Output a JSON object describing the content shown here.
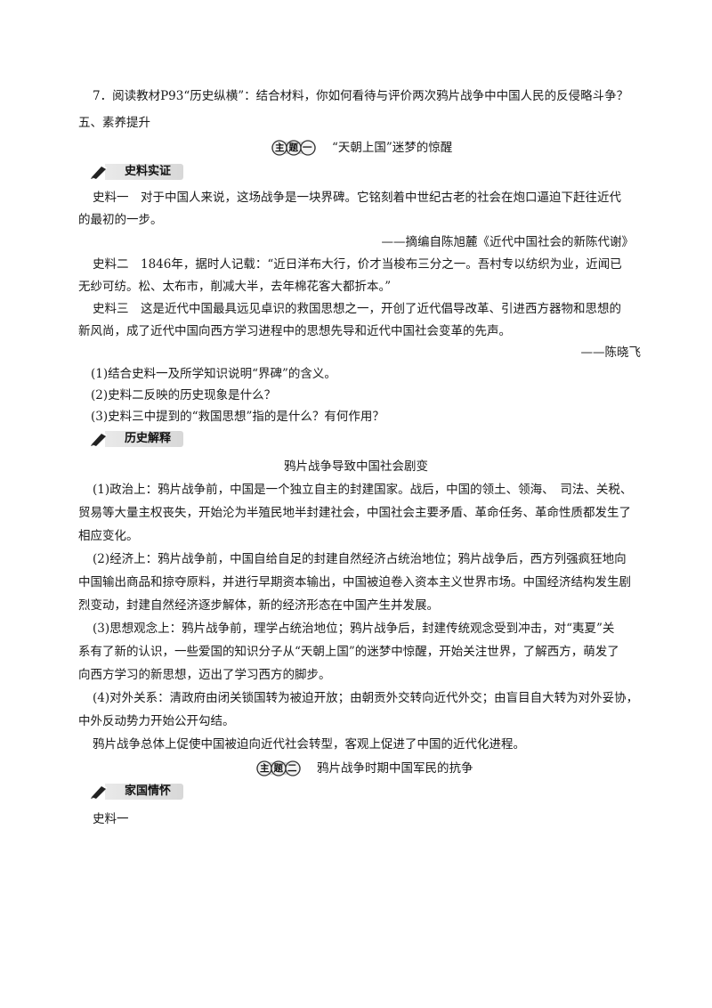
{
  "question7": "7．阅读教材P93“历史纵横”：结合材料，你如何看待与评价两次鸦片战争中中国人民的反侵略斗争？",
  "section5": "五、素养提升",
  "theme1": {
    "badge": "主题一",
    "title": "“天朝上国”迷梦的惊醒"
  },
  "label_shiliao": "史料实证",
  "m1": [
    "史料一　对于中国人来说，这场战争是一块界碑。它铭刻着中世纪古老的社会在炮口逼迫下赶往近代",
    "的最初的一步。"
  ],
  "m1_source": "——摘编自陈旭麓《近代中国社会的新陈代谢》",
  "m2": [
    "史料二　1846年，据时人记载：“近日洋布大行，价才当梭布三分之一。吾村专以纺织为业，近闻已",
    "无纱可纺。松、太布市，削减大半，去年棉花客大都折本。”"
  ],
  "m3": [
    "史料三　这是近代中国最具远见卓识的救国思想之一，开创了近代倡导改革、引进西方器物和思想的",
    "新风尚，成了近代中国向西方学习进程中的思想先导和近代中国社会变革的先声。"
  ],
  "m3_source": "——陈晓飞",
  "q1": "(1)结合史料一及所学知识说明“界碑”的含义。",
  "q2": "(2)史料二反映的历史现象是什么？",
  "q3": "(3)史料三中提到的“救国思想”指的是什么？有何作用？",
  "label_jieshi": "历史解释",
  "subtitle": "鸦片战争导致中国社会剧变",
  "p1": [
    "(1)政治上：鸦片战争前，中国是一个独立自主的封建国家。战后，中国的领土、领海、　司法、关税、",
    "贸易等大量主权丧失，开始沦为半殖民地半封建社会，中国社会主要矛盾、革命任务、革命性质都发生了",
    "相应变化。"
  ],
  "p2": [
    "(2)经济上：鸦片战争前，中国自给自足的封建自然经济占统治地位；鸦片战争后，西方列强疯狂地向",
    "中国输出商品和掠夺原料，并进行早期资本输出，中国被迫卷入资本主义世界市场。中国经济结构发生剧",
    "烈变动，封建自然经济逐步解体，新的经济形态在中国产生并发展。"
  ],
  "p3": [
    "(3)思想观念上：鸦片战争前，理学占统治地位；鸦片战争后，封建传统观念受到冲击，对“夷夏”关",
    "系有了新的认识，一些爱国的知识分子从“天朝上国”的迷梦中惊醒，开始关注世界，了解西方，萌发了",
    "向西方学习的新思想，迈出了学习西方的脚步。"
  ],
  "p4": [
    "(4)对外关系：清政府由闭关锁国转为被迫开放；由朝贡外交转向近代外交；由盲目自大转为对外妥协，",
    "中外反动势力开始公开勾结。"
  ],
  "p5": "鸦片战争总体上促使中国被迫向近代社会转型，客观上促进了中国的近代化进程。",
  "theme2": {
    "badge": "主题二",
    "title": "鸦片战争时期中国军民的抗争"
  },
  "label_jiaguo": "家国情怀",
  "m4": "史料一"
}
